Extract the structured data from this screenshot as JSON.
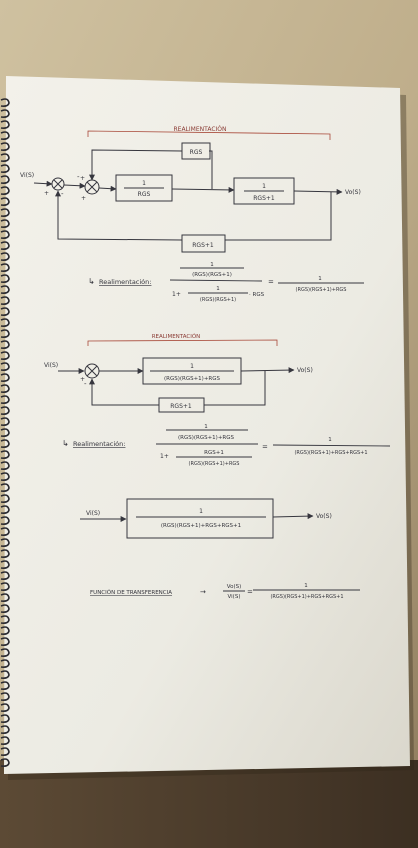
{
  "diagram1": {
    "section_label": "REALIMENTACIÓN",
    "input": "Vi(S)",
    "output": "Vo(S)",
    "feedback_top_block": "RGS",
    "forward_block1": {
      "num": "1",
      "den": "RGS"
    },
    "forward_block2": {
      "num": "1",
      "den": "RGS+1"
    },
    "feedback_bottom_block": "RGS+1",
    "signs": {
      "plus_a": "+",
      "minus_a": "-",
      "plus_b": "+",
      "minus_b": "-",
      "plus_c": "+"
    }
  },
  "eq1": {
    "arrow": "↳",
    "label": "Realimentación:",
    "big_num": "1",
    "big_num_den": "(RGS)(RGS+1)",
    "one_plus": "1+",
    "small_num": "1",
    "small_den": "(RGS)(RGS+1)",
    "times": "· RGS",
    "equals": "=",
    "res_num": "1",
    "res_den": "(RGS)(RGS+1)+RGS"
  },
  "diagram2": {
    "section_label": "REALIMENTACIÓN",
    "input": "Vi(S)",
    "output": "Vo(S)",
    "forward_block": {
      "num": "1",
      "den": "(RGS)(RGS+1)+RGS"
    },
    "feedback_block": "RGS+1",
    "signs": {
      "plus": "+",
      "minus": "-"
    }
  },
  "eq2": {
    "arrow": "↳",
    "label": "Realimentación:",
    "big_num": "1",
    "big_num_den": "(RGS)(RGS+1)+RGS",
    "one_plus": "1+",
    "small_num": "RGS+1",
    "small_den": "(RGS)(RGS+1)+RGS",
    "equals": "=",
    "res_num": "1",
    "res_den": "(RGS)(RGS+1)+RGS+RGS+1"
  },
  "diagram3": {
    "input": "Vi(S)",
    "output": "Vo(S)",
    "block": {
      "num": "1",
      "den": "(RGS)(RGS+1)+RGS+RGS+1"
    }
  },
  "eq3": {
    "label": "FUNCIÓN DE TRANSFERENCIA",
    "arrow": "→",
    "lhs_num": "Vo(S)",
    "lhs_den": "Vi(S)",
    "equals": "=",
    "res_num": "1",
    "res_den": "(RGS)(RGS+1)+RGS+RGS+1"
  }
}
